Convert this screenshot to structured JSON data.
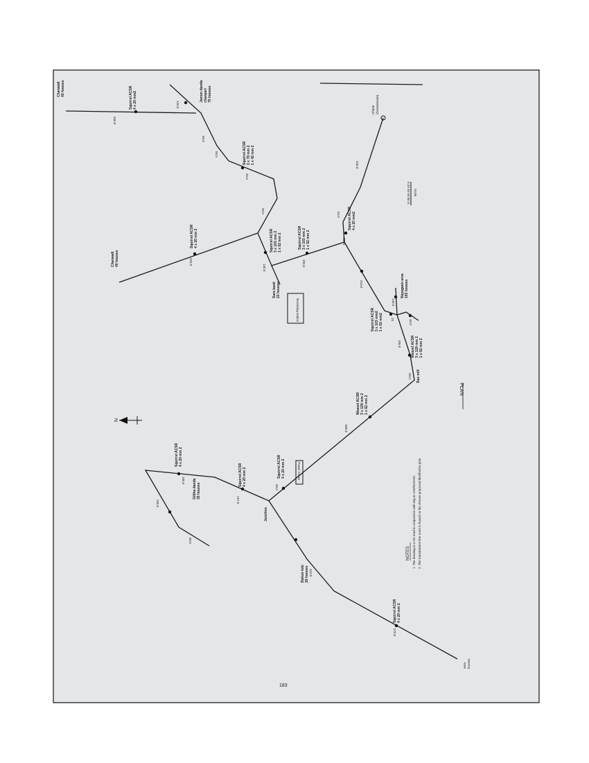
{
  "title": "PLAN",
  "page_number": "183",
  "north_label": "N",
  "boxes": {
    "receiving": "Receiving station",
    "power": "Power house"
  },
  "labels": {
    "charwadi_top": [
      "Charwadi",
      "40 houses"
    ],
    "charwadi_mid": [
      "Charwadi",
      "40 houses"
    ],
    "jamun": [
      "Jamun danda",
      "chanpari",
      "75 houses"
    ],
    "sara_basti": [
      "Sara basti",
      "23 houses"
    ],
    "chirrin": [
      "Chirrin",
      "(Downstream)"
    ],
    "nayagaun": [
      "Nayagaun area",
      "155 houses"
    ],
    "bas_mill": "Bas mill",
    "junction": "Junction",
    "giltha": [
      "Giltha danda",
      "35 houses"
    ],
    "bahun": [
      "Bahun tole",
      "29 houses"
    ],
    "end": [
      "area",
      "houses"
    ]
  },
  "conductors": [
    [
      "Squirrel ACSR",
      "4 x 20 mm2"
    ],
    [
      "Squirrel ACSR",
      "3 x 78 mm 2",
      "1 x 42 mm 2"
    ],
    [
      "Squirrel ACSR",
      "4 x 20 mm 2"
    ],
    [
      "Squirrel ACSR",
      "3 x 103 mm 2",
      "1 x 52 mm 2"
    ],
    [
      "Squirrel ACSR",
      "3 x 103 mm 2",
      "1 x 52 mm 2"
    ],
    [
      "Squirrel ACSR",
      "4 x 20 mm2"
    ],
    [
      "Squirrel ACSR",
      "3 x 103 mm2",
      "1 x 52 mm2"
    ],
    [
      "Weasel ACSR",
      "3 x 129 mm 2",
      "1 x 62 mm 2"
    ],
    [
      "Weasel ACSR",
      "3 x 129 mm 2",
      "1 x 62 mm 2"
    ],
    [
      "Squirrel ACSR",
      "4 x 20 mm 2"
    ],
    [
      "Squirrel ACSR",
      "4 x 20 mm 2"
    ],
    [
      "Squirrel ACSR",
      "4 x 20 mm 2"
    ],
    [
      "Squirrel ACSR",
      "4 x 20 mm 2"
    ]
  ],
  "distances": [
    "455.0",
    "120.0",
    "65.0",
    "50.0",
    "45.0",
    "90.0",
    "325.0",
    "135.0",
    "200.0",
    "430.0",
    "54.0",
    "245.0",
    "210.0",
    "140.0",
    "25",
    "40.0",
    "105.0",
    "60.0",
    "900.0",
    "90.0",
    "197.0",
    "105.0",
    "195.0",
    "80.0",
    "410.0",
    "270.0"
  ],
  "scale_label": "Scale",
  "scale_ticks": "0  20  40  60  80 m",
  "notes": {
    "heading": "NOTES",
    "items": [
      "1.  The drawing is to be read in conjunction with drg no 420/04/3A01",
      "2.  The transmission line route is based on the chosen proposed distribution plan"
    ]
  }
}
